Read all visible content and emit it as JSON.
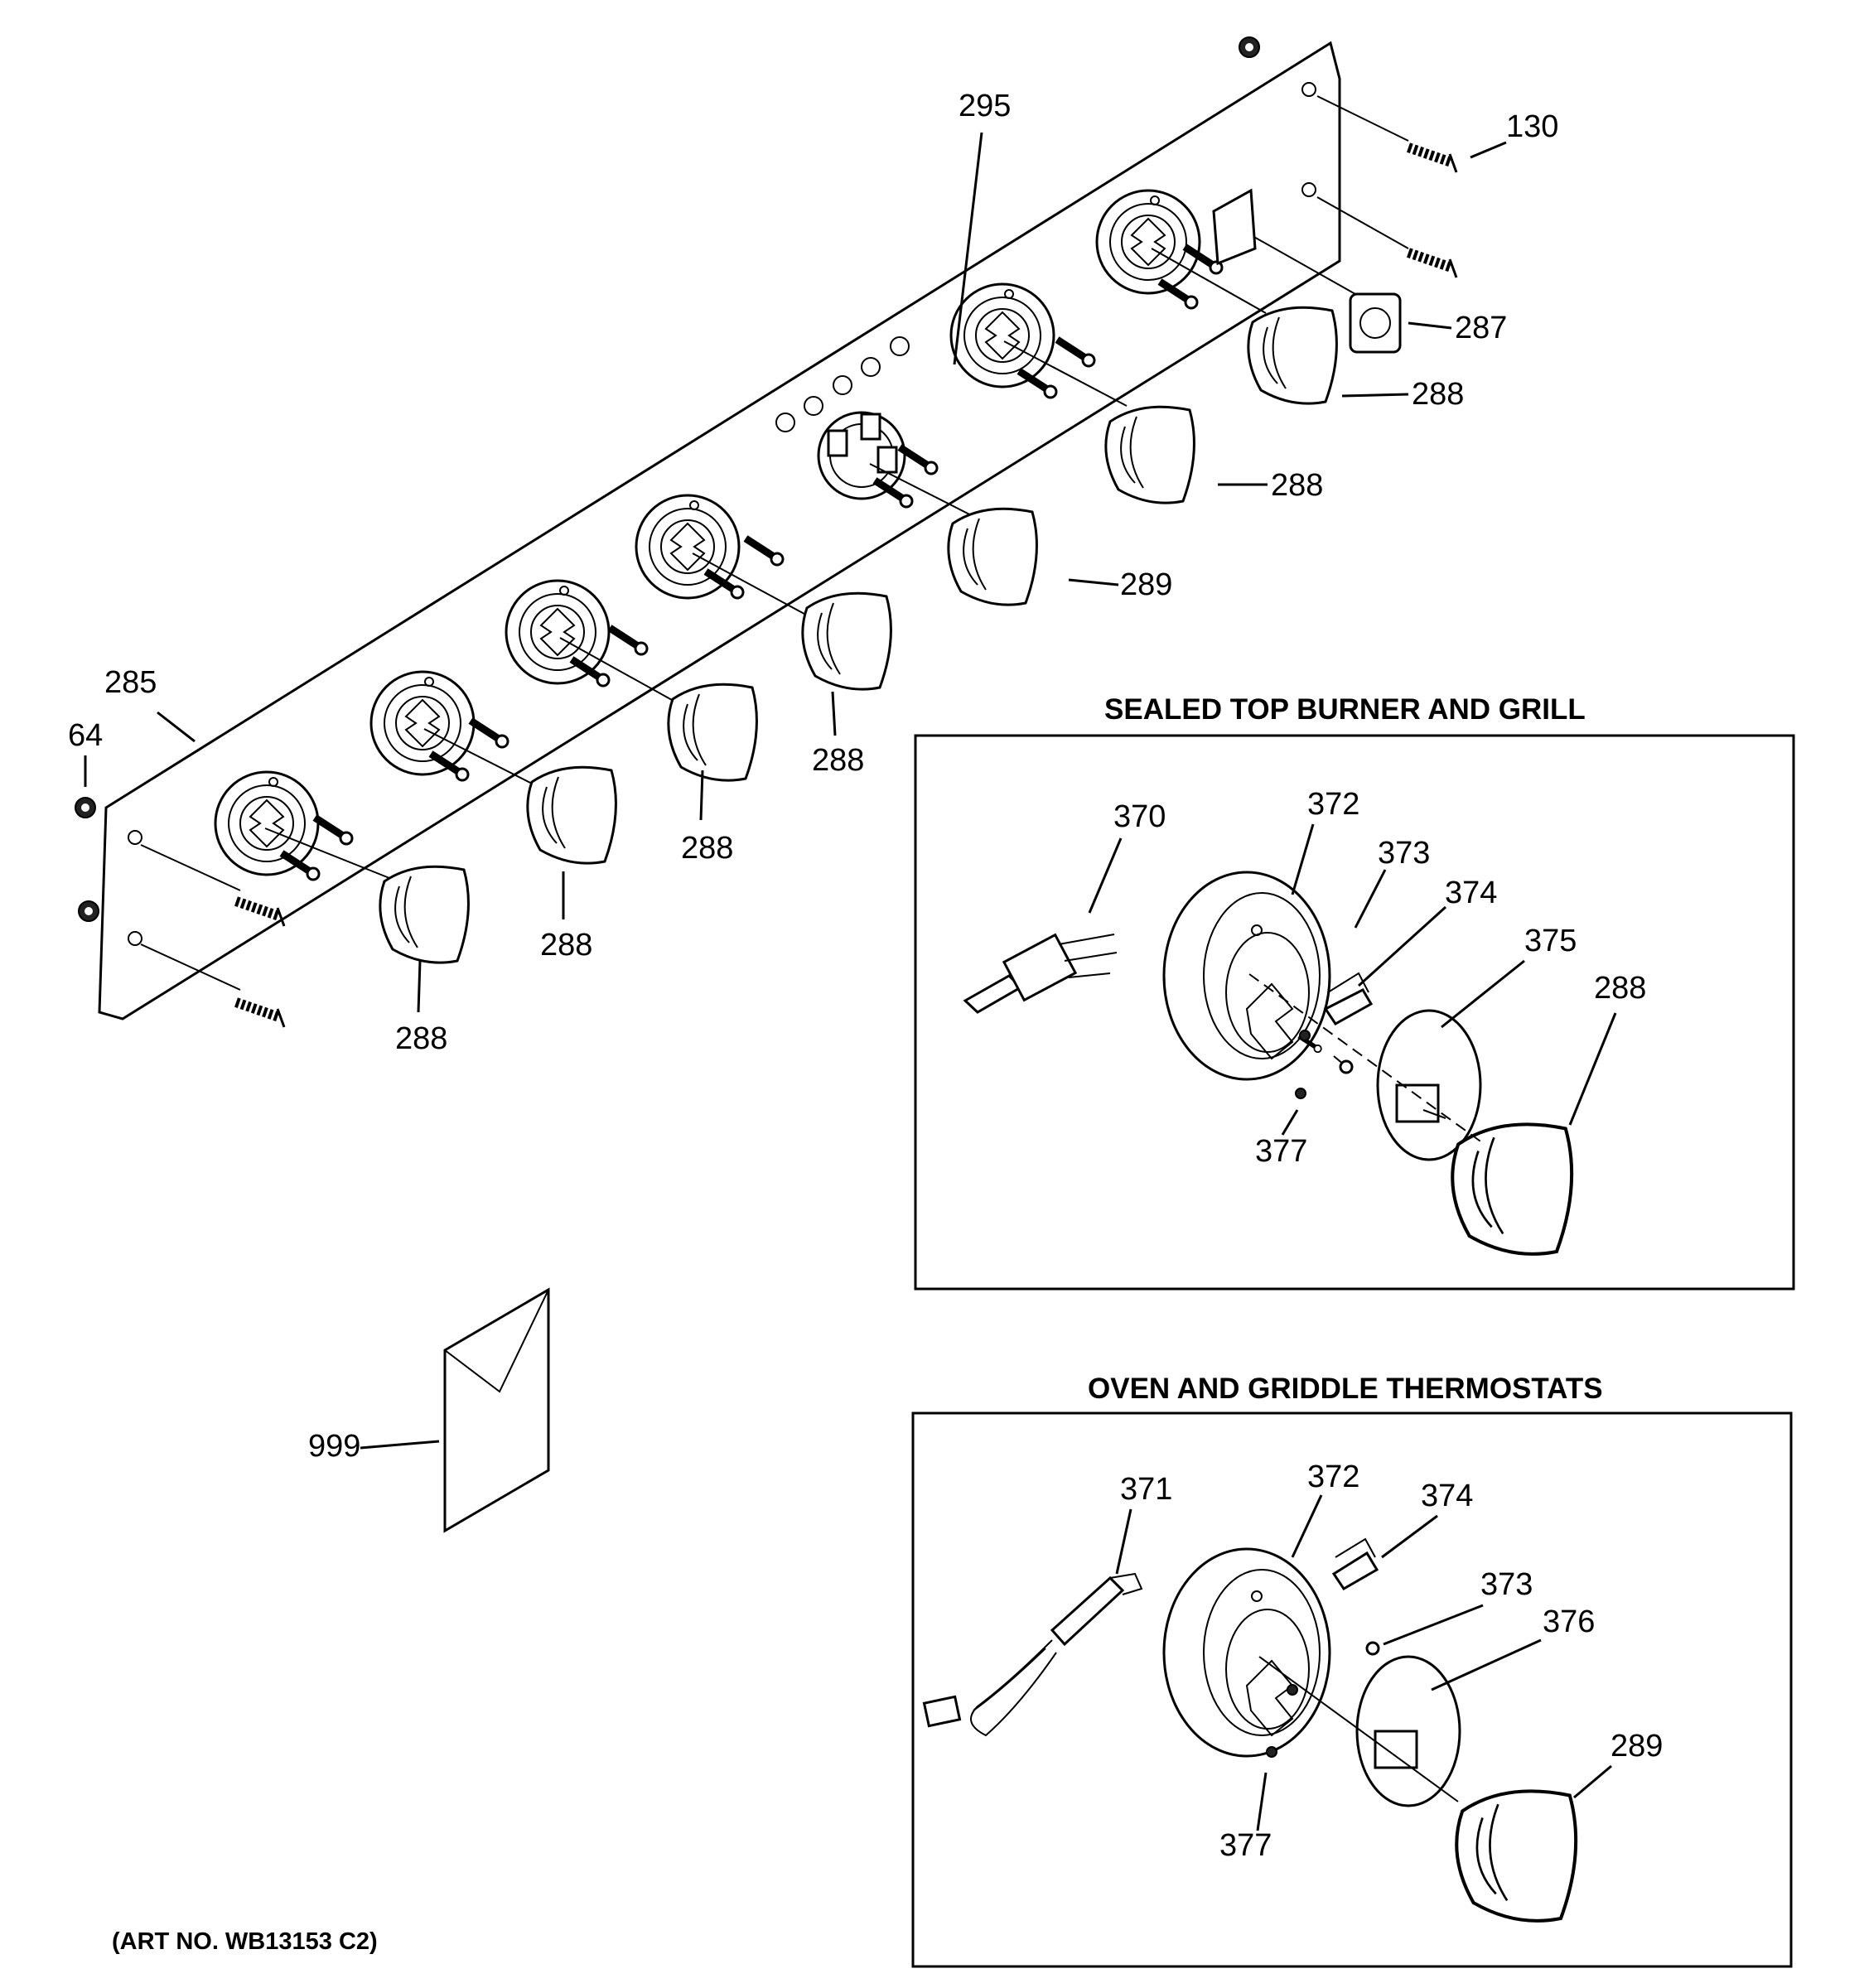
{
  "sections": {
    "burner_title": "SEALED TOP BURNER AND GRILL",
    "thermostat_title": "OVEN AND GRIDDLE THERMOSTATS"
  },
  "art_number": "(ART NO. WB13153 C2)",
  "callouts": {
    "main": [
      "295",
      "130",
      "287",
      "288",
      "288",
      "289",
      "285",
      "64",
      "288",
      "288",
      "288",
      "288",
      "999"
    ],
    "burner": [
      "370",
      "372",
      "373",
      "374",
      "375",
      "288",
      "377"
    ],
    "thermostat": [
      "371",
      "372",
      "374",
      "373",
      "376",
      "289",
      "377"
    ]
  }
}
